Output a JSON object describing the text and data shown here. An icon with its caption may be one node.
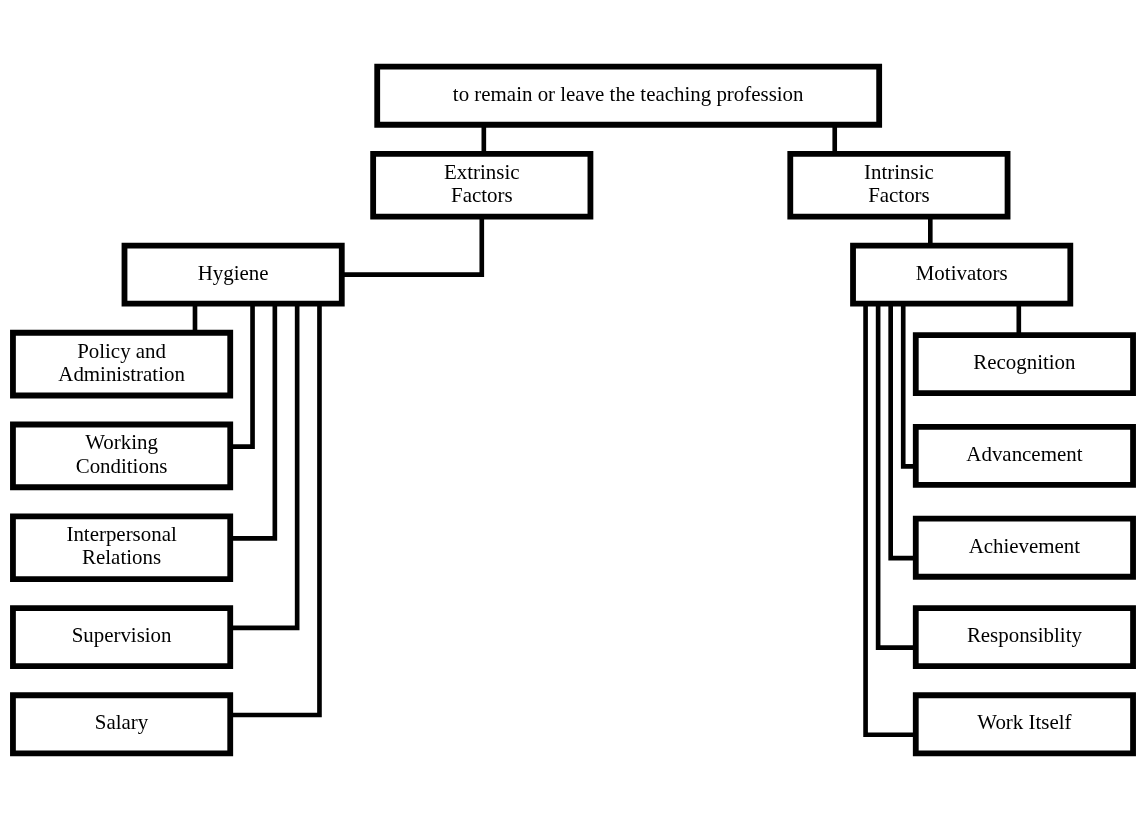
{
  "diagram": {
    "nodes": [
      {
        "text": [
          "to remain or leave the teaching profession"
        ]
      },
      {
        "text": [
          "Extrinsic Factors"
        ]
      },
      {
        "text": [
          "Intrinsic Factors"
        ]
      },
      {
        "text": [
          "Hygiene"
        ]
      },
      {
        "text": [
          "Motivators"
        ]
      },
      {
        "text": [
          "Policy and Administration"
        ]
      },
      {
        "text": [
          "Working Conditions"
        ]
      },
      {
        "text": [
          "Interpersonal Relations"
        ]
      },
      {
        "text": [
          "Supervision"
        ]
      },
      {
        "text": [
          "Salary"
        ]
      },
      {
        "text": [
          "Recognition"
        ]
      },
      {
        "text": [
          "Advancement"
        ]
      },
      {
        "text": [
          "Achievement"
        ]
      },
      {
        "text": [
          "Responsiblity"
        ]
      },
      {
        "text": [
          "Work Itself"
        ]
      }
    ],
    "edges": [
      {
        "from": 0,
        "to": 1,
        "arrow": "none"
      },
      {
        "from": 0,
        "to": 2,
        "arrow": "none"
      },
      {
        "from": 1,
        "to": 3,
        "arrow": "none"
      },
      {
        "from": 2,
        "to": 4,
        "arrow": "none"
      },
      {
        "from": 3,
        "to": 5,
        "arrow": "none"
      },
      {
        "from": 3,
        "to": 6,
        "arrow": "none"
      },
      {
        "from": 3,
        "to": 7,
        "arrow": "none"
      },
      {
        "from": 3,
        "to": 8,
        "arrow": "none"
      },
      {
        "from": 3,
        "to": 9,
        "arrow": "none"
      },
      {
        "from": 4,
        "to": 10,
        "arrow": "none"
      },
      {
        "from": 4,
        "to": 11,
        "arrow": "none"
      },
      {
        "from": 4,
        "to": 12,
        "arrow": "none"
      },
      {
        "from": 4,
        "to": 13,
        "arrow": "none"
      },
      {
        "from": 4,
        "to": 14,
        "arrow": "none"
      }
    ]
  }
}
